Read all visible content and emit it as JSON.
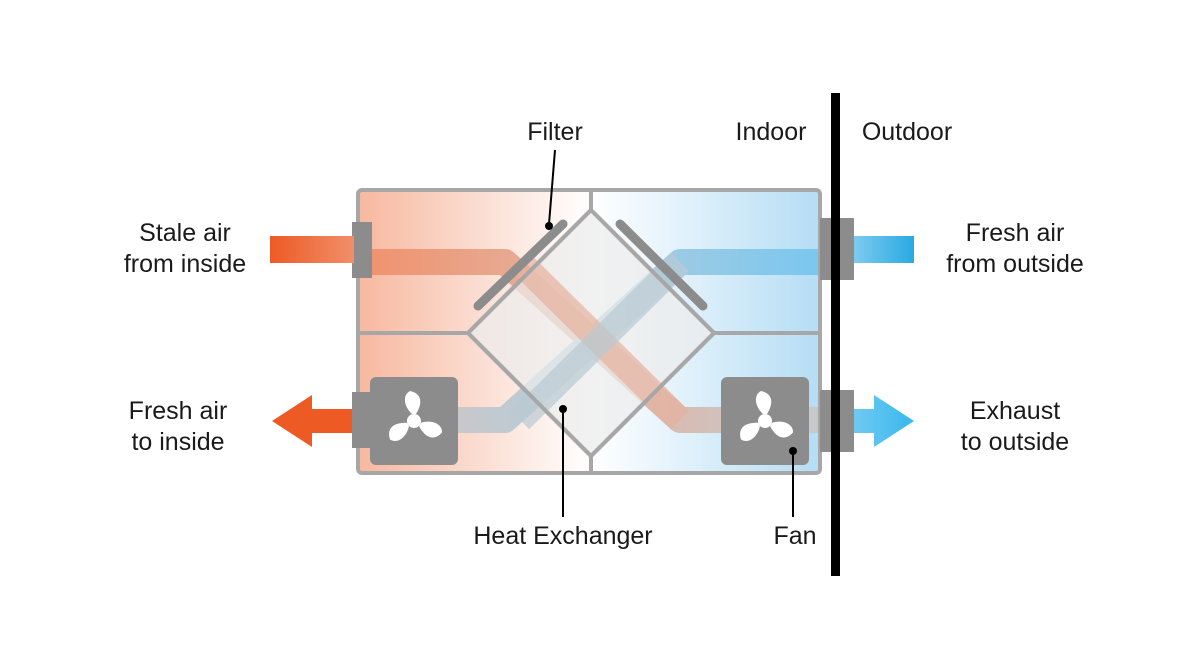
{
  "labels": {
    "stale_air": [
      "Stale air",
      "from inside"
    ],
    "fresh_to_inside": [
      "Fresh air",
      "to inside"
    ],
    "fresh_from_outside": [
      "Fresh air",
      "from outside"
    ],
    "exhaust": [
      "Exhaust",
      "to outside"
    ],
    "filter": "Filter",
    "indoor": "Indoor",
    "outdoor": "Outdoor",
    "heat_exchanger": "Heat Exchanger",
    "fan": "Fan"
  },
  "colors": {
    "warm_air": "#ee5a24",
    "cool_air": "#29a9e1",
    "unit_frame": "#a7a7a7",
    "component": "#8c8c8c",
    "wall": "#000000"
  }
}
